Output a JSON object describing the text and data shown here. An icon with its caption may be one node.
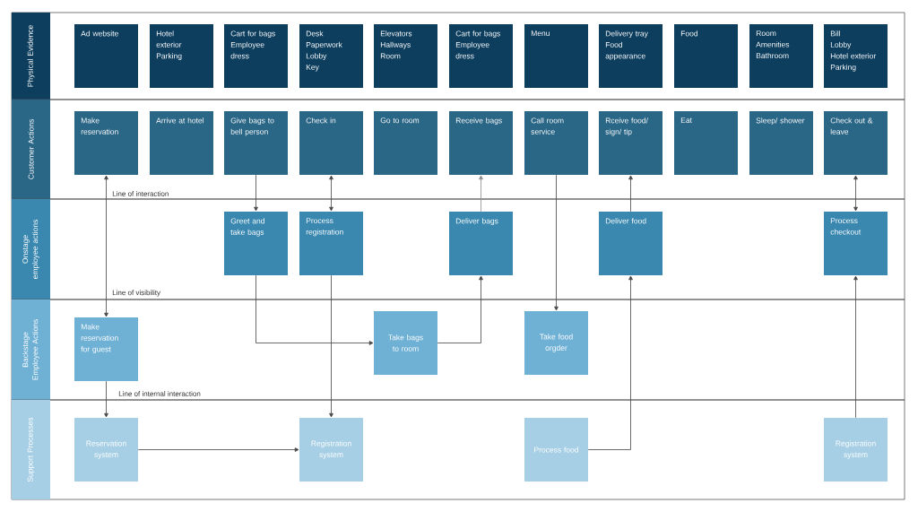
{
  "diagram": {
    "nodes": [
      {
        "text": [
          "Physical Evidence"
        ]
      },
      {
        "text": [
          "Ad website"
        ],
        "in": 0
      },
      {
        "text": [
          "Hotel",
          "exterior",
          "Parking"
        ],
        "in": 0
      },
      {
        "text": [
          "Cart for bags",
          "Employee dress"
        ],
        "in": 0
      },
      {
        "text": [
          "Desk",
          "Paperwork",
          "Lobby",
          "Key"
        ],
        "in": 0
      },
      {
        "text": [
          "Elevators",
          "Hallways",
          "Room"
        ],
        "in": 0
      },
      {
        "text": [
          "Cart for bags",
          "Employee dress"
        ],
        "in": 0
      },
      {
        "text": [
          "Menu"
        ],
        "in": 0
      },
      {
        "text": [
          "Delivery tray",
          "Food appearance"
        ],
        "in": 0
      },
      {
        "text": [
          "Food"
        ],
        "in": 0
      },
      {
        "text": [
          "Room",
          "Amenities",
          "Bathroom"
        ],
        "in": 0
      },
      {
        "text": [
          "Bill",
          "Lobby",
          "Hotel exterior",
          "Parking"
        ],
        "in": 0
      },
      {
        "text": [
          "Customer Actions"
        ]
      },
      {
        "text": [
          "Make reservation"
        ],
        "in": 12
      },
      {
        "text": [
          "Arrive at hotel"
        ],
        "in": 12
      },
      {
        "text": [
          "Give bags to bell person"
        ],
        "in": 12
      },
      {
        "text": [
          "Check in"
        ],
        "in": 12
      },
      {
        "text": [
          "Go to room"
        ],
        "in": 12
      },
      {
        "text": [
          "Receive bags"
        ],
        "in": 12
      },
      {
        "text": [
          "Call room service"
        ],
        "in": 12
      },
      {
        "text": [
          "Rceive food/ sign/ tip"
        ],
        "in": 12
      },
      {
        "text": [
          "Eat"
        ],
        "in": 12
      },
      {
        "text": [
          "Sleep/ shower"
        ],
        "in": 12
      },
      {
        "text": [
          "Check out & leave"
        ],
        "in": 12
      },
      {
        "text": [
          "Onstage employee actions"
        ]
      },
      {
        "text": [
          "Greet and take bags"
        ],
        "in": 24
      },
      {
        "text": [
          "Process registration"
        ],
        "in": 24
      },
      {
        "text": [
          "Deliver bags"
        ],
        "in": 24
      },
      {
        "text": [
          "Deliver food"
        ],
        "in": 24
      },
      {
        "text": [
          "Process checkout"
        ],
        "in": 24
      },
      {
        "text": [
          "Backstage Employee Actions"
        ]
      },
      {
        "text": [
          "Make reservation for guest"
        ],
        "in": 30
      },
      {
        "text": [
          "Take bags to room"
        ],
        "in": 30
      },
      {
        "text": [
          "Take food orgder"
        ],
        "in": 30
      },
      {
        "text": [
          "Support Processes"
        ]
      },
      {
        "text": [
          "Reservation system"
        ],
        "in": 34
      },
      {
        "text": [
          "Registration system"
        ],
        "in": 34
      },
      {
        "text": [
          "Process food"
        ],
        "in": 34
      },
      {
        "text": [
          "Registration system"
        ],
        "in": 34
      }
    ],
    "edges": [
      {
        "from": 13,
        "to": 31,
        "arrow": "both"
      },
      {
        "from": 31,
        "to": 35,
        "arrow": "to"
      },
      {
        "from": 15,
        "to": 25,
        "arrow": "to"
      },
      {
        "from": 16,
        "to": 26,
        "arrow": "both"
      },
      {
        "from": 25,
        "to": 32,
        "arrow": "to"
      },
      {
        "from": 26,
        "to": 36,
        "arrow": "to"
      },
      {
        "from": 32,
        "to": 27,
        "arrow": "to"
      },
      {
        "from": 27,
        "to": 18,
        "arrow": "to",
        "color": "#8a8a8a"
      },
      {
        "from": 19,
        "to": 33,
        "arrow": "to"
      },
      {
        "from": 37,
        "to": 28,
        "arrow": "to"
      },
      {
        "from": 28,
        "to": 20,
        "arrow": "to"
      },
      {
        "from": 23,
        "to": 29,
        "arrow": "both"
      },
      {
        "from": 38,
        "to": 29,
        "arrow": "to"
      },
      {
        "from": 35,
        "to": 36,
        "arrow": "to"
      }
    ],
    "labels": [
      "Line of interaction",
      "Line of visibility",
      "Line of internal interaction"
    ]
  }
}
